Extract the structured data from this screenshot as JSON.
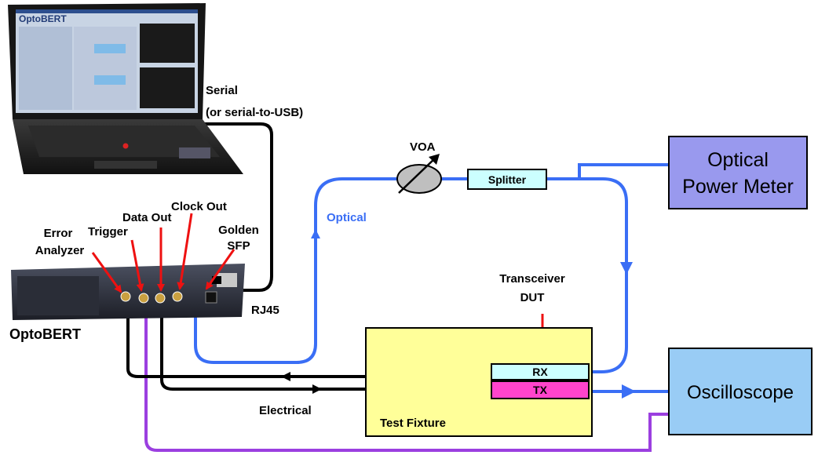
{
  "labels": {
    "serial": "Serial",
    "serial_note": "(or serial-to-USB)",
    "voa": "VOA",
    "splitter": "Splitter",
    "optical_power_meter_line1": "Optical",
    "optical_power_meter_line2": "Power Meter",
    "optical": "Optical",
    "clock_out": "Clock Out",
    "data_out": "Data Out",
    "trigger": "Trigger",
    "golden_line1": "Golden",
    "golden_line2": "SFP",
    "error_line1": "Error",
    "error_line2": "Analyzer",
    "transceiver_line1": "Transceiver",
    "transceiver_line2": "DUT",
    "rj45": "RJ45",
    "optobert": "OptoBERT",
    "rx": "RX",
    "tx": "TX",
    "oscilloscope": "Oscilloscope",
    "electrical": "Electrical",
    "test_fixture": "Test Fixture"
  },
  "screen": {
    "app_title": "OptoBERT"
  },
  "colors": {
    "optical_line": "#3a6ef5",
    "electrical_line": "#000000",
    "clock_line": "#9b3fe0",
    "pointer_arrow": "#ee1111",
    "meter_fill": "#9999ee",
    "scope_fill": "#99ccf5",
    "fixture_fill": "#ffff99",
    "rx_fill": "#ccffff",
    "tx_fill": "#ff44cc",
    "splitter_fill": "#ccffff"
  }
}
